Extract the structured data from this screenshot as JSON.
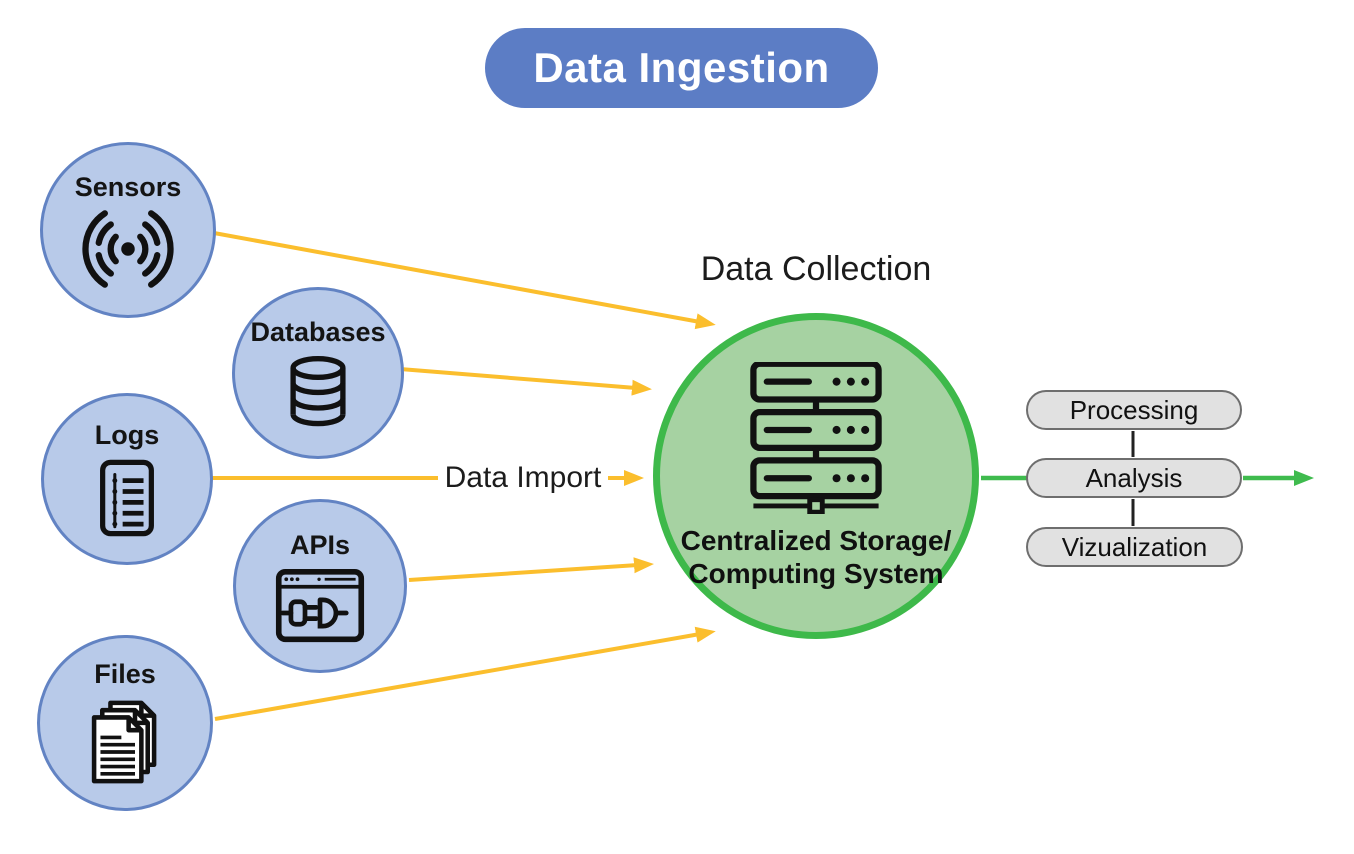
{
  "title": {
    "label": "Data Ingestion"
  },
  "sources": [
    {
      "label": "Sensors",
      "icon": "signal-icon"
    },
    {
      "label": "Databases",
      "icon": "database-icon"
    },
    {
      "label": "Logs",
      "icon": "log-list-icon"
    },
    {
      "label": "APIs",
      "icon": "api-plug-icon"
    },
    {
      "label": "Files",
      "icon": "files-stack-icon"
    }
  ],
  "collection": {
    "heading": "Data Collection",
    "node_title_line1": "Centralized Storage/",
    "node_title_line2": "Computing System",
    "icon": "server-rack-icon"
  },
  "edges": {
    "import_label": "Data Import"
  },
  "pipeline": [
    {
      "label": "Processing"
    },
    {
      "label": "Analysis"
    },
    {
      "label": "Vizualization"
    }
  ],
  "colors": {
    "title_bg": "#5C7DC5",
    "source_fill": "#B8CAE9",
    "source_border": "#6283C3",
    "hub_fill": "#A6D2A2",
    "hub_border": "#3EB94A",
    "arrow_yellow": "#FBBE2D",
    "arrow_green": "#3FBB4E",
    "pill_fill": "#E1E1E1",
    "pill_border": "#6E6E6E"
  }
}
